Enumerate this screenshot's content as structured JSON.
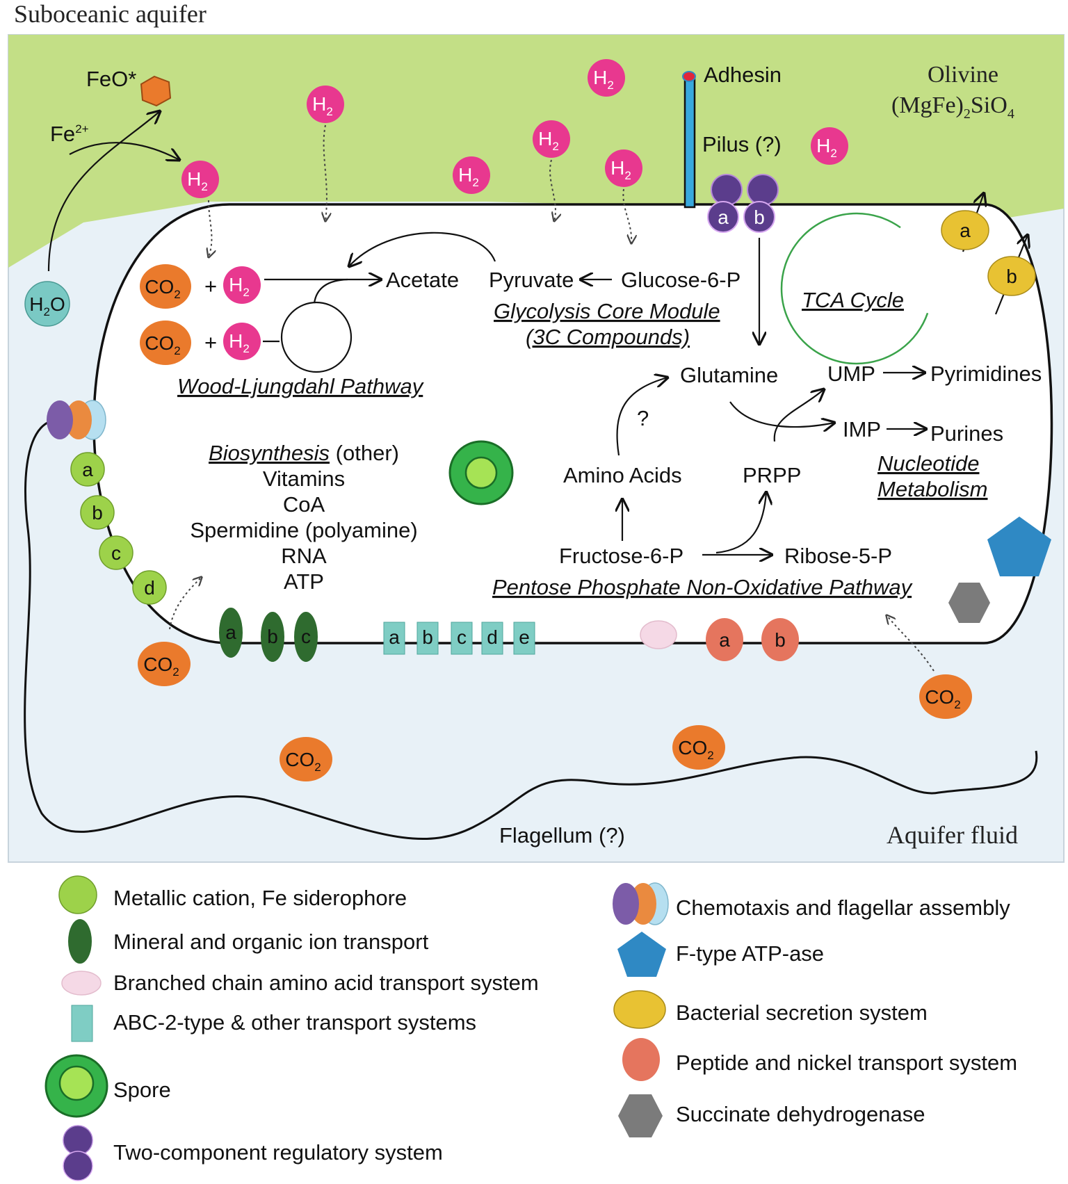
{
  "regions": {
    "top_label": "Suboceanic aquifer",
    "bottom_label": "Aquifer fluid",
    "mineral_line1": "Olivine",
    "mineral_line2_main": "(MgFe)",
    "mineral_line2_sub": "2",
    "mineral_line2_rest": "SiO",
    "mineral_line2_sub2": "4"
  },
  "chemistry": {
    "h2_main": "H",
    "h2_sub": "2",
    "co2_main": "CO",
    "co2_sub": "2",
    "h2o_main": "H",
    "h2o_sub": "2",
    "h2o_rest": "O",
    "feo": "FeO*",
    "fe_main": "Fe",
    "fe_sup": "2+",
    "plus": "+"
  },
  "structures": {
    "adhesin": "Adhesin",
    "pilus": "Pilus (?)",
    "flagellum": "Flagellum (?)"
  },
  "pathways": {
    "acetate": "Acetate",
    "pyruvate": "Pyruvate",
    "glucose6p": "Glucose-6-P",
    "glycolysis_line1": "Glycolysis Core Module",
    "glycolysis_line2": "(3C Compounds)",
    "wood_ljungdahl": "Wood-Ljungdahl Pathway",
    "tca": "TCA Cycle",
    "glutamine": "Glutamine",
    "ump": "UMP",
    "pyrimidines": "Pyrimidines",
    "imp": "IMP",
    "purines": "Purines",
    "nucleotide_line1": "Nucleotide",
    "nucleotide_line2": "Metabolism",
    "question": "?",
    "amino_acids": "Amino Acids",
    "prpp": "PRPP",
    "fructose6p": "Fructose-6-P",
    "ribose5p": "Ribose-5-P",
    "pentose": "Pentose Phosphate Non-Oxidative Pathway",
    "biosynthesis_title": "Biosynthesis",
    "biosynthesis_suffix": " (other)",
    "biosynthesis_items": [
      "Vitamins",
      "CoA",
      "Spermidine (polyamine)",
      "RNA",
      "ATP"
    ]
  },
  "subunit_labels": {
    "a": "a",
    "b": "b",
    "c": "c",
    "d": "d",
    "e": "e"
  },
  "legend": {
    "metallic": "Metallic cation, Fe siderophore",
    "mineral": "Mineral and organic ion transport",
    "branched": "Branched chain amino acid transport system",
    "abc": "ABC-2-type & other transport systems",
    "spore": "Spore",
    "two_component": "Two-component regulatory system",
    "chemotaxis": "Chemotaxis and flagellar assembly",
    "atpase": "F-type ATP-ase",
    "secretion": "Bacterial secretion system",
    "peptide": "Peptide and nickel transport system",
    "succinate": "Succinate dehydrogenase"
  },
  "colors": {
    "aquifer_green": "#c3df86",
    "fluid_blue": "#e8f1f7",
    "h2_pink": "#e8388f",
    "co2_orange": "#ea7a2c",
    "h2o_teal": "#7ac9c4",
    "metallic_lime": "#9dd24a",
    "mineral_dark_green": "#2f6b2f",
    "branched_pink": "#f5d9e6",
    "abc_teal": "#7fcdc4",
    "spore_green": "#35b34a",
    "two_component_purple": "#5b3d8c",
    "atpase_blue": "#2f89c4",
    "secretion_yellow": "#e8c233",
    "peptide_salmon": "#e5755e",
    "succinate_gray": "#7b7b7b",
    "pilus_blue": "#38a8dd"
  }
}
